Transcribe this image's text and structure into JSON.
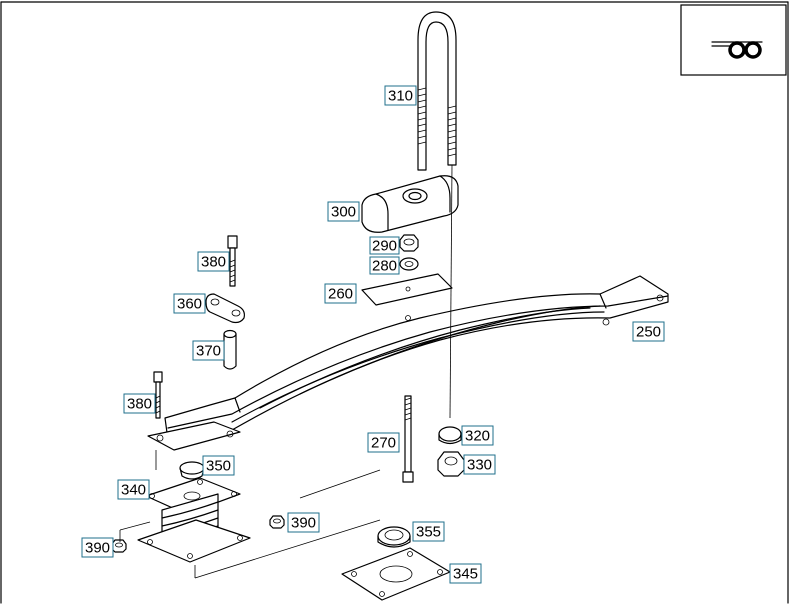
{
  "colors": {
    "label_border": "#1f6f8b",
    "line": "#000000",
    "background": "#ffffff"
  },
  "corner_symbol": {
    "icon": "trailer-axle-icon"
  },
  "labels": [
    {
      "id": "310",
      "text": "310"
    },
    {
      "id": "300",
      "text": "300"
    },
    {
      "id": "290",
      "text": "290"
    },
    {
      "id": "280",
      "text": "280"
    },
    {
      "id": "380a",
      "text": "380"
    },
    {
      "id": "260",
      "text": "260"
    },
    {
      "id": "360",
      "text": "360"
    },
    {
      "id": "250",
      "text": "250"
    },
    {
      "id": "370",
      "text": "370"
    },
    {
      "id": "380b",
      "text": "380"
    },
    {
      "id": "270",
      "text": "270"
    },
    {
      "id": "320",
      "text": "320"
    },
    {
      "id": "350",
      "text": "350"
    },
    {
      "id": "330",
      "text": "330"
    },
    {
      "id": "340",
      "text": "340"
    },
    {
      "id": "390a",
      "text": "390"
    },
    {
      "id": "355",
      "text": "355"
    },
    {
      "id": "390b",
      "text": "390"
    },
    {
      "id": "345",
      "text": "345"
    }
  ]
}
